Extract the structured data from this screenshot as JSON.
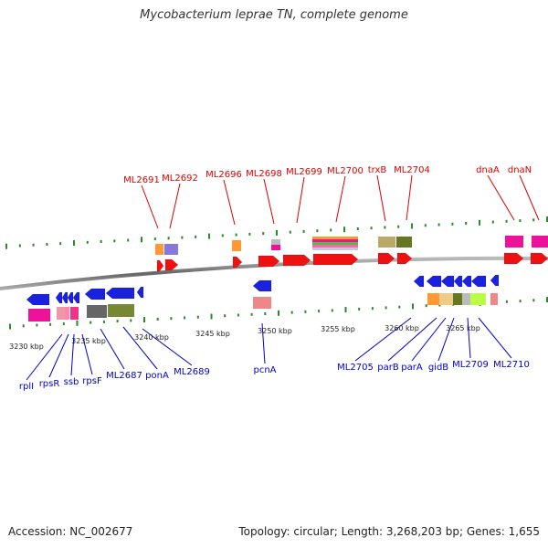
{
  "title": "Mycobacterium leprae TN, complete genome",
  "accession_label": "Accession: NC_002677",
  "stats_label": "Topology: circular; Length: 3,268,203 bp; Genes: 1,655",
  "colors": {
    "forward_label": "#dd0000",
    "reverse_label": "#0000cc",
    "forward_arrow": "#ee1111",
    "reverse_arrow": "#1a22dd",
    "backbone": "#777777",
    "tick": "#2a8a2a"
  },
  "scale_labels": [
    "3230 kbp",
    "3235 kbp",
    "3240 kbp",
    "3245 kbp",
    "3250 kbp",
    "3255 kbp",
    "3260 kbp",
    "3265 kbp"
  ],
  "forward_genes": [
    "ML2691",
    "ML2692",
    "ML2696",
    "ML2698",
    "ML2699",
    "ML2700",
    "trxB",
    "ML2704",
    "dnaA",
    "dnaN"
  ],
  "reverse_genes": [
    "rplI",
    "rpsR",
    "ssb",
    "rpsF",
    "ML2687",
    "ponA",
    "ML2689",
    "pcnA",
    "ML2705",
    "parB",
    "parA",
    "gidB",
    "ML2709",
    "ML2710"
  ]
}
